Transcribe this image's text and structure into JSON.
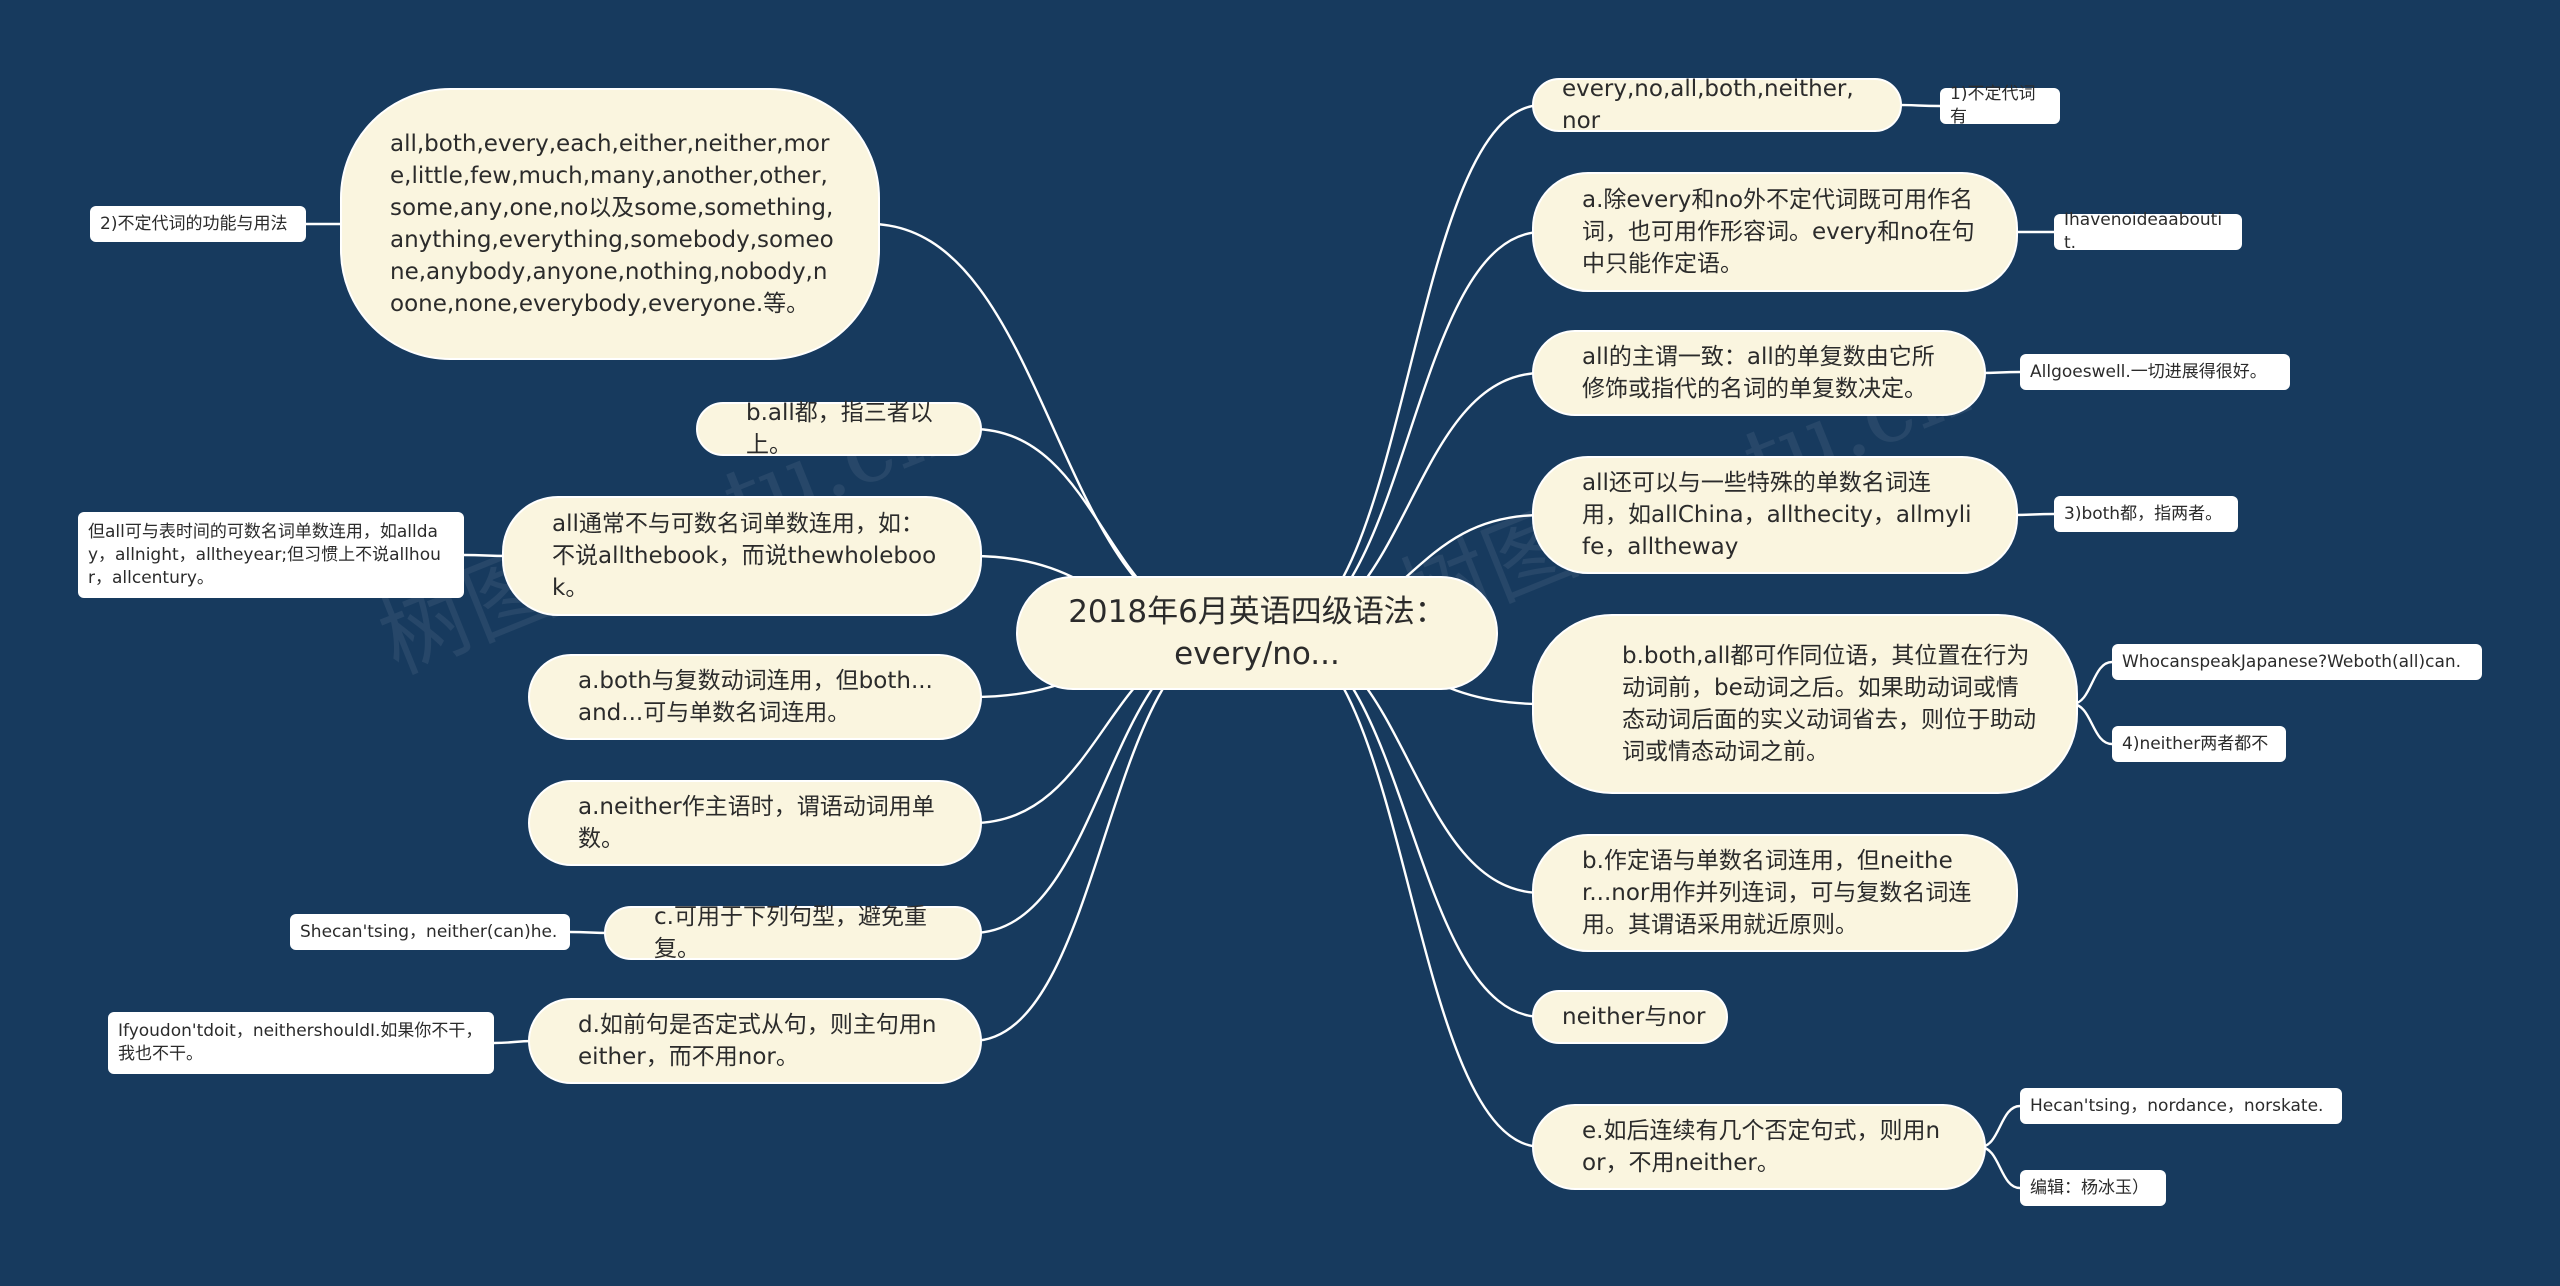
{
  "center": {
    "title": "2018年6月英语四级语法：every/no..."
  },
  "left": [
    {
      "text": "all,both,every,each,either,neither,more,little,few,much,many,another,other,some,any,one,no以及some,something,anything,everything,somebody,someone,anybody,anyone,nothing,nobody,noone,none,everybody,everyone.等。"
    },
    {
      "text": "b.all都，指三者以上。"
    },
    {
      "text": "all通常不与可数名词单数连用，如：不说allthebook，而说thewholebook。"
    },
    {
      "text": "a.both与复数动词连用，但both...and...可与单数名词连用。"
    },
    {
      "text": "a.neither作主语时，谓语动词用单数。"
    },
    {
      "text": "c.可用于下列句型，避免重复。"
    },
    {
      "text": "d.如前句是否定式从句，则主句用neither，而不用nor。"
    }
  ],
  "left_leaves": [
    {
      "text": "2)不定代词的功能与用法"
    },
    {
      "text": "但all可与表时间的可数名词单数连用，如allday，allnight，alltheyear;但习惯上不说allhour，allcentury。"
    },
    {
      "text": "Shecan'tsing，neither(can)he."
    },
    {
      "text": "Ifyoudon'tdoit，neithershouldI.如果你不干，我也不干。"
    }
  ],
  "right": [
    {
      "text": "every,no,all,both,neither,nor"
    },
    {
      "text": "a.除every和no外不定代词既可用作名词，也可用作形容词。every和no在句中只能作定语。"
    },
    {
      "text": "all的主谓一致：all的单复数由它所修饰或指代的名词的单复数决定。"
    },
    {
      "text": "all还可以与一些特殊的单数名词连用，如allChina，allthecity，allmylife，alltheway"
    },
    {
      "text": "b.both,all都可作同位语，其位置在行为动词前，be动词之后。如果助动词或情态动词后面的实义动词省去，则位于助动词或情态动词之前。"
    },
    {
      "text": "b.作定语与单数名词连用，但neither...nor用作并列连词，可与复数名词连用。其谓语采用就近原则。"
    },
    {
      "text": "neither与nor"
    },
    {
      "text": "e.如后连续有几个否定句式，则用nor，不用neither。"
    }
  ],
  "right_leaves": [
    {
      "text": "1)不定代词有"
    },
    {
      "text": "Ihavenoideaaboutit."
    },
    {
      "text": "Allgoeswell.一切进展得很好。"
    },
    {
      "text": "3)both都，指两者。"
    },
    {
      "text": "WhocanspeakJapanese?Weboth(all)can."
    },
    {
      "text": "4)neither两者都不"
    },
    {
      "text": "Hecan'tsing，nordance，norskate."
    },
    {
      "text": "编辑：杨冰玉）"
    }
  ]
}
